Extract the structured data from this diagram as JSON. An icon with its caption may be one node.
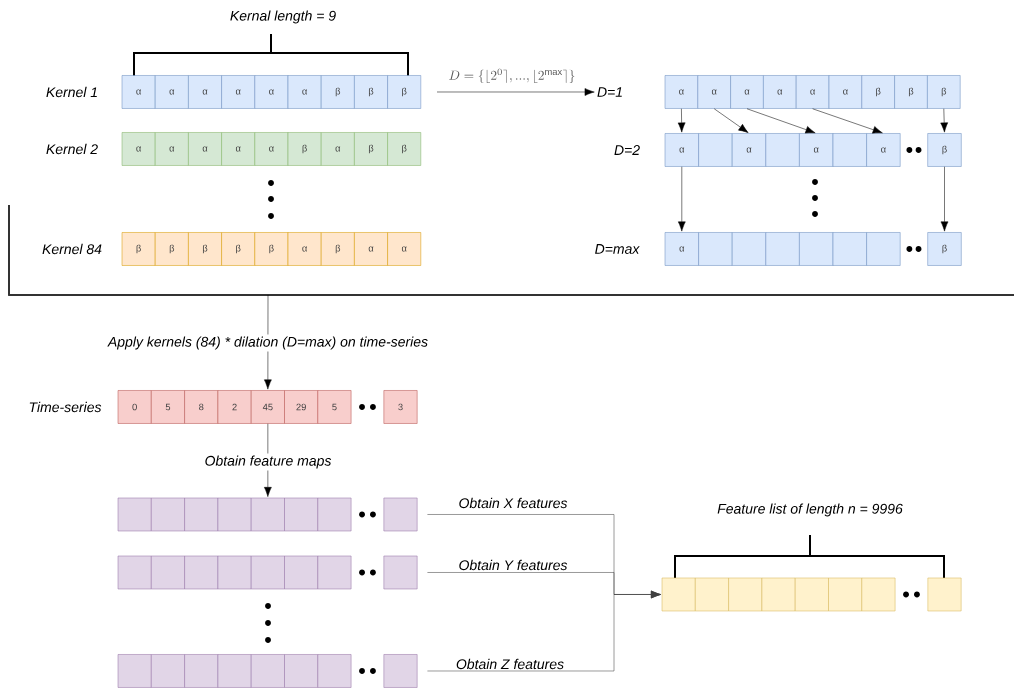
{
  "diagram": {
    "nodes": [
      {
        "text": [
          "α"
        ]
      },
      {
        "text": [
          "α"
        ]
      },
      {
        "text": [
          "α"
        ]
      },
      {
        "text": [
          "α"
        ]
      },
      {
        "text": [
          "α"
        ]
      },
      {
        "text": [
          "α"
        ]
      },
      {
        "text": [
          "β"
        ]
      },
      {
        "text": [
          "β"
        ]
      },
      {
        "text": [
          "β"
        ]
      },
      {
        "text": [
          "D=1"
        ]
      },
      {
        "text": [
          "α"
        ]
      },
      {
        "text": [
          "α"
        ]
      },
      {
        "text": [
          "α"
        ]
      },
      {
        "text": [
          "α"
        ]
      },
      {
        "text": [
          "α"
        ]
      },
      {
        "text": [
          "α"
        ]
      },
      {
        "text": [
          "β"
        ]
      },
      {
        "text": [
          "β"
        ]
      },
      {
        "text": [
          "β"
        ]
      },
      {
        "text": [
          "α"
        ]
      },
      {
        "text": [
          "α"
        ]
      },
      {
        "text": [
          "α"
        ]
      },
      {
        "text": [
          "α"
        ]
      },
      {
        "text": [
          "α"
        ]
      },
      {
        "text": [
          "β"
        ]
      },
      {
        "text": [
          "α"
        ]
      },
      {
        "text": [
          "β"
        ]
      },
      {
        "text": [
          "β"
        ]
      },
      {
        "text": [
          "α"
        ]
      },
      {
        "text": [],
        "shape": "box"
      },
      {
        "text": [
          "α"
        ]
      },
      {
        "text": [],
        "shape": "box"
      },
      {
        "text": [
          "α"
        ]
      },
      {
        "text": [],
        "shape": "box"
      },
      {
        "text": [
          "α"
        ]
      },
      {
        "text": [
          "β"
        ]
      },
      {
        "text": [
          "β"
        ]
      },
      {
        "text": [
          "β"
        ]
      },
      {
        "text": [
          "β"
        ]
      },
      {
        "text": [
          "β"
        ]
      },
      {
        "text": [
          "β"
        ]
      },
      {
        "text": [
          "α"
        ]
      },
      {
        "text": [
          "β"
        ]
      },
      {
        "text": [
          "α"
        ]
      },
      {
        "text": [
          "α"
        ]
      },
      {
        "text": [
          "α"
        ]
      },
      {
        "text": [],
        "shape": "box"
      },
      {
        "text": [],
        "shape": "box"
      },
      {
        "text": [],
        "shape": "box"
      },
      {
        "text": [],
        "shape": "box"
      },
      {
        "text": [],
        "shape": "box"
      },
      {
        "text": [],
        "shape": "box"
      },
      {
        "text": [
          "β"
        ]
      },
      {
        "text": [
          "0"
        ]
      },
      {
        "text": [
          "5"
        ]
      },
      {
        "text": [
          "8"
        ]
      },
      {
        "text": [
          "2"
        ]
      },
      {
        "text": [
          "45"
        ]
      },
      {
        "text": [
          "29"
        ]
      },
      {
        "text": [
          "5"
        ]
      },
      {
        "text": [
          "3"
        ]
      },
      {
        "text": [],
        "shape": "box"
      },
      {
        "text": [],
        "shape": "box"
      },
      {
        "text": [],
        "shape": "box"
      },
      {
        "text": [],
        "shape": "box"
      },
      {
        "text": [],
        "shape": "box"
      },
      {
        "text": [],
        "shape": "box"
      },
      {
        "text": [],
        "shape": "box"
      },
      {
        "text": [],
        "shape": "box"
      },
      {
        "text": [],
        "shape": "box"
      },
      {
        "text": [],
        "shape": "box"
      },
      {
        "text": [],
        "shape": "box"
      },
      {
        "text": [],
        "shape": "box"
      },
      {
        "text": [],
        "shape": "box"
      },
      {
        "text": [],
        "shape": "box"
      },
      {
        "text": [],
        "shape": "box"
      },
      {
        "text": [],
        "shape": "box"
      },
      {
        "text": [],
        "shape": "box"
      },
      {
        "text": [],
        "shape": "box"
      },
      {
        "text": [],
        "shape": "box"
      },
      {
        "text": [],
        "shape": "box"
      },
      {
        "text": [],
        "shape": "box"
      },
      {
        "text": [],
        "shape": "box"
      },
      {
        "text": [],
        "shape": "box"
      },
      {
        "text": [],
        "shape": "box"
      },
      {
        "text": [],
        "shape": "box"
      },
      {
        "text": [],
        "shape": "box"
      },
      {
        "text": [],
        "shape": "box"
      },
      {
        "text": [],
        "shape": "box"
      },
      {
        "text": [],
        "shape": "box"
      },
      {
        "text": [],
        "shape": "box"
      },
      {
        "text": [],
        "shape": "box"
      },
      {
        "text": [],
        "shape": "box"
      },
      {
        "text": [],
        "shape": "bar"
      }
    ],
    "edges": [
      {
        "from": null,
        "to": 9,
        "arrow": "to",
        "label": "D = \\{\\lfloor 2^{0} \\rceil, ..., \\lfloor 2^{\\max} \\rceil\\}"
      },
      {
        "from": 10,
        "to": 28,
        "arrow": "to"
      },
      {
        "from": 11,
        "to": 30,
        "arrow": "to"
      },
      {
        "from": 12,
        "to": 32,
        "arrow": "to"
      },
      {
        "from": 14,
        "to": 34,
        "arrow": "to"
      },
      {
        "from": 18,
        "to": 35,
        "arrow": "to"
      },
      {
        "from": 28,
        "to": 45,
        "arrow": "to"
      },
      {
        "from": 35,
        "to": 52,
        "arrow": "to"
      },
      {
        "from": 93,
        "to": 57,
        "arrow": "to",
        "label": "Apply kernels (84) * dilation (D=max) on time-series"
      },
      {
        "from": 57,
        "to": 65,
        "arrow": "to",
        "label": "Obtain feature maps"
      },
      {
        "from": 68,
        "to": 85,
        "arrow": "to",
        "label": "Obtain X features"
      },
      {
        "from": 76,
        "to": 85,
        "arrow": "to",
        "label": "Obtain Y features"
      },
      {
        "from": 84,
        "to": 85,
        "arrow": "to",
        "label": "Obtain Z features"
      }
    ],
    "labels": [
      "Kernal length = 9",
      "Kernel 1",
      "Kernel 2",
      "D=2",
      "Kernel 84",
      "D=max",
      "Time-series",
      "Feature list of length n = 9996"
    ]
  }
}
